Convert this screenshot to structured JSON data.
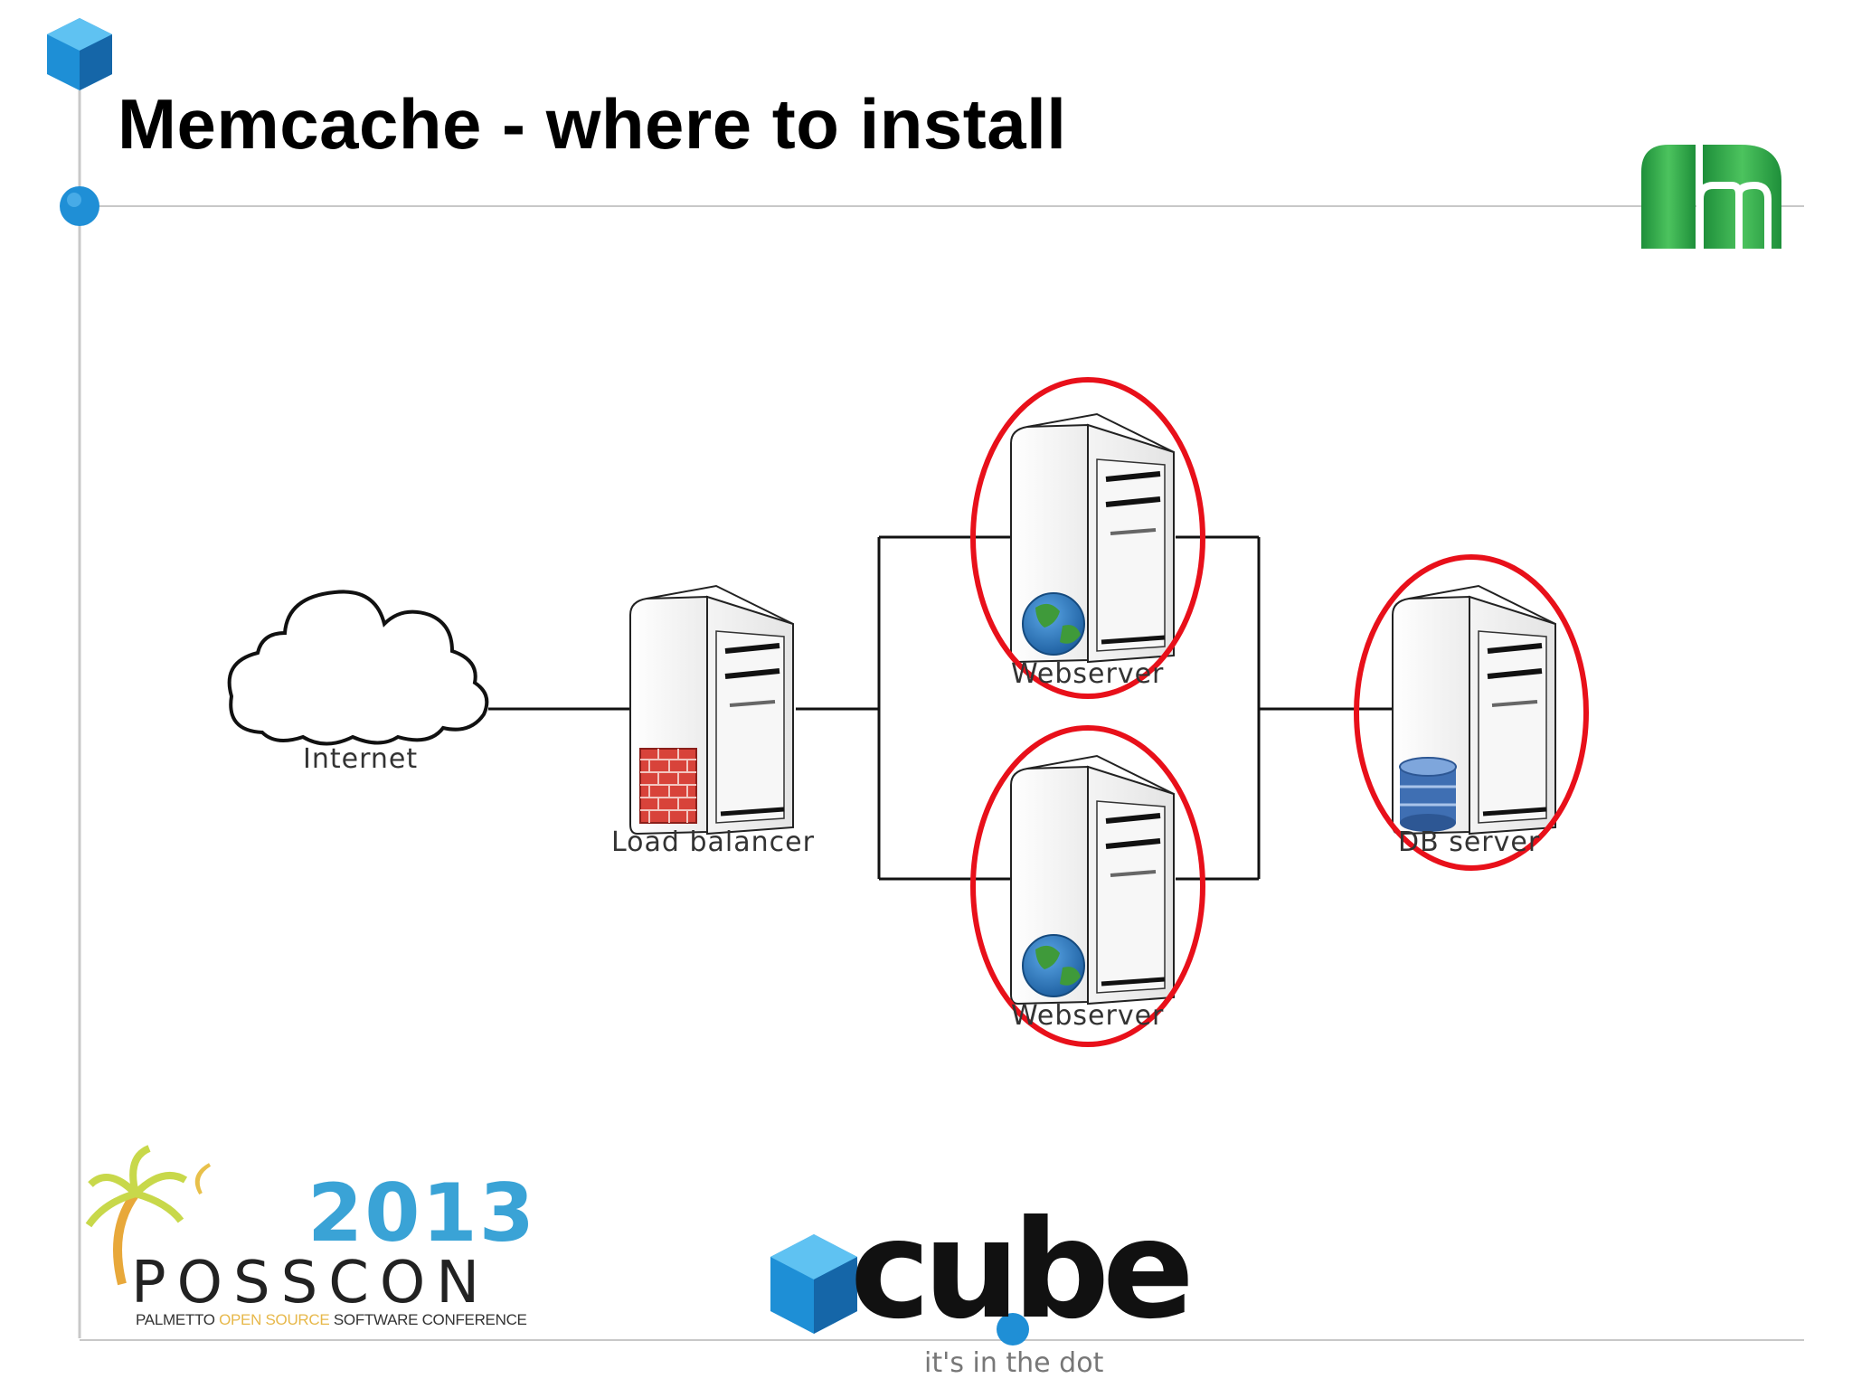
{
  "slide": {
    "title": "Memcache - where to install"
  },
  "diagram": {
    "nodes": [
      {
        "id": "internet",
        "label": "Internet",
        "kind": "cloud-icon"
      },
      {
        "id": "load-balancer",
        "label": "Load balancer",
        "kind": "server-icon",
        "badge": "firewall-icon"
      },
      {
        "id": "webserver-1",
        "label": "Webserver",
        "kind": "server-icon",
        "badge": "globe-icon",
        "highlighted": true
      },
      {
        "id": "webserver-2",
        "label": "Webserver",
        "kind": "server-icon",
        "badge": "globe-icon",
        "highlighted": true
      },
      {
        "id": "db-server",
        "label": "DB server",
        "kind": "server-icon",
        "badge": "database-icon",
        "highlighted": true
      }
    ],
    "edges": [
      {
        "from": "internet",
        "to": "load-balancer"
      },
      {
        "from": "load-balancer",
        "to": "webserver-1"
      },
      {
        "from": "load-balancer",
        "to": "webserver-2"
      },
      {
        "from": "webserver-1",
        "to": "db-server"
      },
      {
        "from": "webserver-2",
        "to": "db-server"
      }
    ],
    "highlight_color": "#e8101a"
  },
  "posscon": {
    "year": "2013",
    "name": "POSSCON",
    "tagline_a": "PALMETTO ",
    "tagline_b": "OPEN SOURCE",
    "tagline_c": " SOFTWARE CONFERENCE"
  },
  "cube": {
    "word": "cube",
    "tagline": "it's in the dot"
  },
  "colors": {
    "accent_blue": "#1f8fd6",
    "logo_green": "#2aa84a"
  }
}
